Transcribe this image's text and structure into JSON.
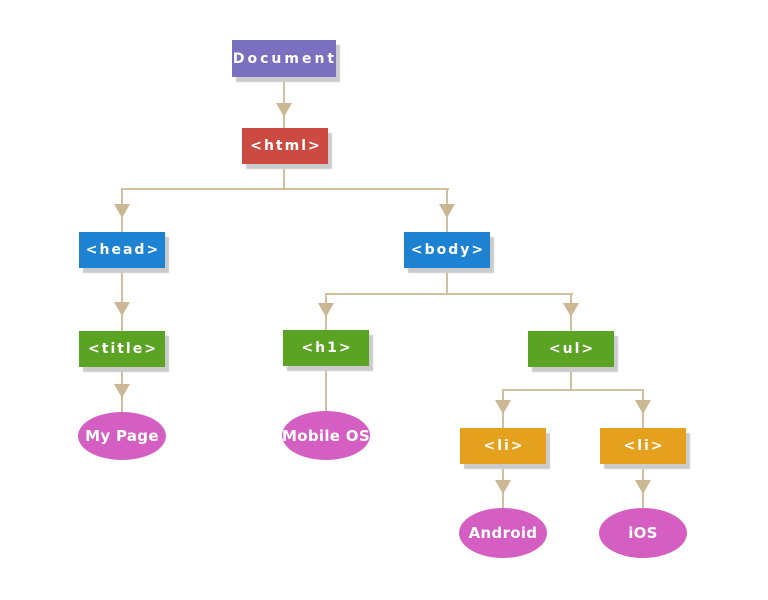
{
  "diagram": {
    "type": "dom-tree",
    "background_color": "#ffffff",
    "connector_color": "#d1bfa0",
    "arrowhead_color": "#ccb795",
    "box_shadow_color": "#cbcbcb",
    "text_color": "#ffffff",
    "nodes": {
      "document": {
        "label": "Document",
        "shape": "rect",
        "fill": "#7b6fc0"
      },
      "html": {
        "label": "<html>",
        "shape": "rect",
        "fill": "#cb4b43"
      },
      "head": {
        "label": "<head>",
        "shape": "rect",
        "fill": "#1e82d2"
      },
      "body": {
        "label": "<body>",
        "shape": "rect",
        "fill": "#1e82d2"
      },
      "title": {
        "label": "<title>",
        "shape": "rect",
        "fill": "#5ba322"
      },
      "h1": {
        "label": "<h1>",
        "shape": "rect",
        "fill": "#5ba322"
      },
      "ul": {
        "label": "<ul>",
        "shape": "rect",
        "fill": "#5ba322"
      },
      "li1": {
        "label": "<li>",
        "shape": "rect",
        "fill": "#e5a01e"
      },
      "li2": {
        "label": "<li>",
        "shape": "rect",
        "fill": "#e5a01e"
      },
      "my_page": {
        "label": "My Page",
        "shape": "ellipse",
        "fill": "#d45ec1"
      },
      "mobile_os": {
        "label": "Mobile OS",
        "shape": "ellipse",
        "fill": "#d45ec1"
      },
      "android": {
        "label": "Android",
        "shape": "ellipse",
        "fill": "#d45ec1"
      },
      "ios": {
        "label": "iOS",
        "shape": "ellipse",
        "fill": "#d45ec1"
      }
    },
    "edges": [
      {
        "from": "document",
        "to": "html"
      },
      {
        "from": "html",
        "to": "head"
      },
      {
        "from": "html",
        "to": "body"
      },
      {
        "from": "head",
        "to": "title"
      },
      {
        "from": "title",
        "to": "my_page"
      },
      {
        "from": "body",
        "to": "h1"
      },
      {
        "from": "body",
        "to": "ul"
      },
      {
        "from": "h1",
        "to": "mobile_os"
      },
      {
        "from": "ul",
        "to": "li1"
      },
      {
        "from": "ul",
        "to": "li2"
      },
      {
        "from": "li1",
        "to": "android"
      },
      {
        "from": "li2",
        "to": "ios"
      }
    ]
  }
}
